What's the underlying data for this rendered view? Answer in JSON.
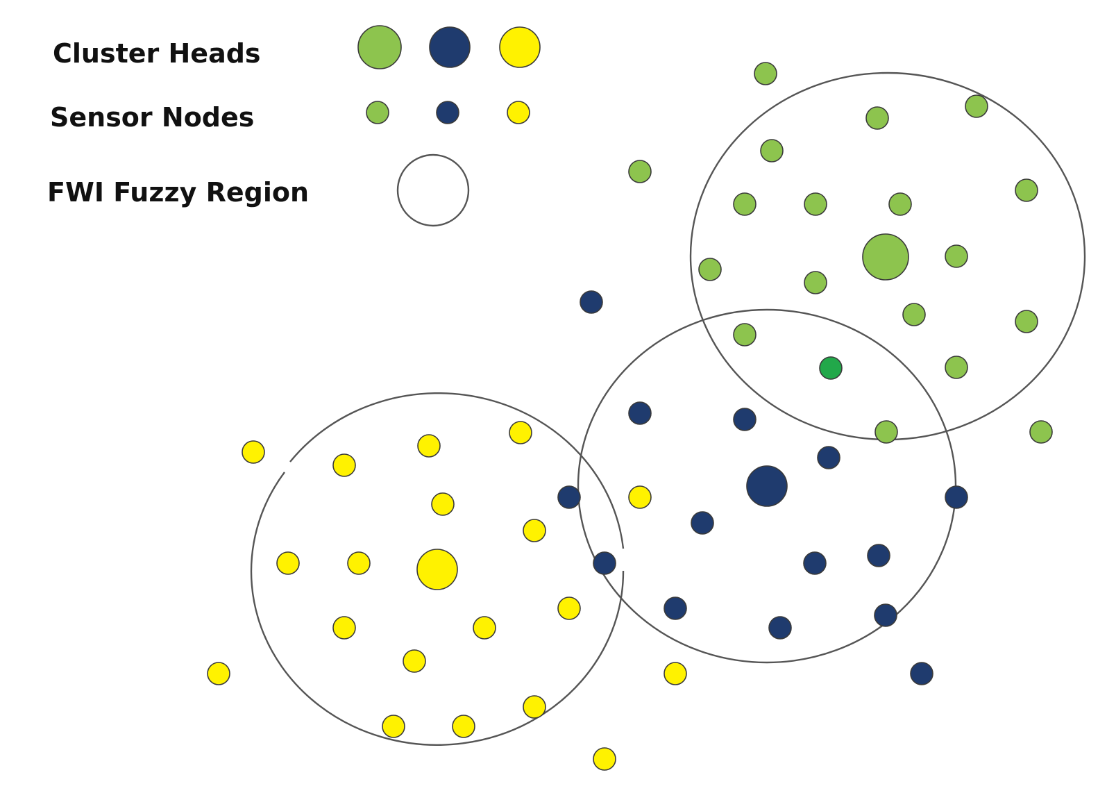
{
  "legend": {
    "cluster_heads_label": "Cluster Heads",
    "sensor_nodes_label": "Sensor Nodes",
    "fuzzy_region_label": "FWI Fuzzy Region"
  },
  "colors": {
    "green": "#8dc44e",
    "blue": "#1f3b6e",
    "yellow": "#fff200",
    "bright_green": "#22a84a"
  }
}
